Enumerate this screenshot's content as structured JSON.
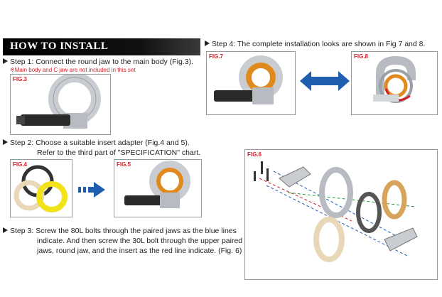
{
  "header": {
    "title": "HOW TO INSTALL"
  },
  "steps": {
    "step1": {
      "text": "Step 1: Connect the round jaw to the main body (Fig.3).",
      "note": "※Main body and C jaw are not included in this set"
    },
    "step2": {
      "line1": "Step 2: Choose a suitable insert adapter (Fig.4 and 5).",
      "line2": "Refer to the third part of \"SPECIFICATION\" chart."
    },
    "step3": {
      "line1": "Step 3: Screw the 80L bolts through the paired jaws as the blue lines",
      "line2": "indicate. And then screw the 30L bolt through the upper paired",
      "line3": "jaws, round jaw, and the insert as the red line indicate. (Fig. 6)"
    },
    "step4": {
      "text": "Step 4: The complete installation looks are shown in Fig 7 and 8."
    }
  },
  "figures": {
    "fig3": "FIG.3",
    "fig4": "FIG.4",
    "fig5": "FIG.5",
    "fig6": "FIG.6",
    "fig7": "FIG.7",
    "fig8": "FIG.8"
  },
  "colors": {
    "accent_red": "#d0202a",
    "arrow_blue": "#1f5fb0",
    "orange_insert": "#e08a1e",
    "yellow_insert": "#f2e21a"
  }
}
